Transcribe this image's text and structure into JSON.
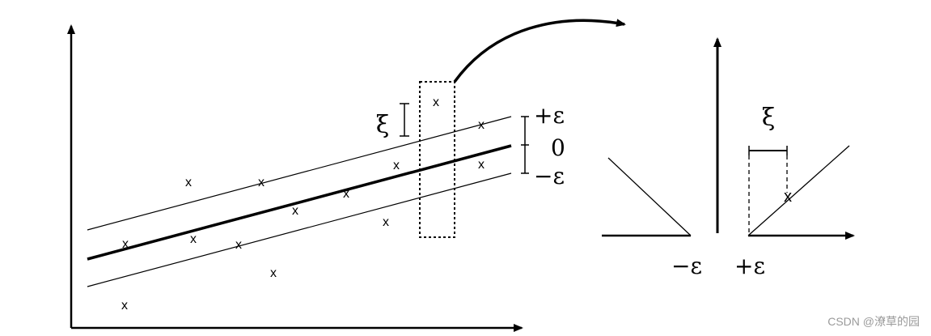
{
  "left_plot": {
    "label_plus_eps": "+ε",
    "label_zero": "0",
    "label_minus_eps": "−ε",
    "label_xi": "ξ",
    "point_marker": "x"
  },
  "right_plot": {
    "label_xi": "ξ",
    "label_minus_eps": "−ε",
    "label_plus_eps": "+ε"
  },
  "watermark": "CSDN @潦草的园",
  "colors": {
    "ink": "#000000",
    "watermark": "#9a9a9a"
  }
}
